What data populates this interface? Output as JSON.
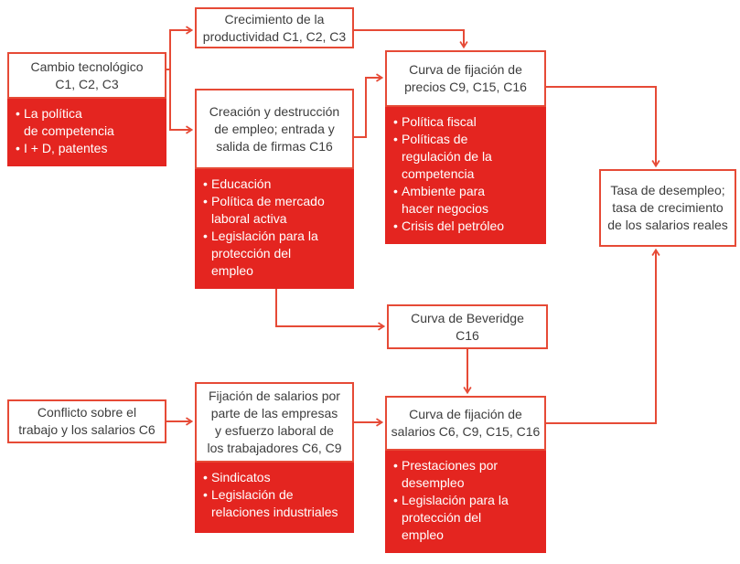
{
  "colors": {
    "red_fill": "#e42520",
    "red_line": "#e64a36",
    "title_text": "#3d3d3d"
  },
  "boxes": {
    "cambio": {
      "title": "Cambio tecnológico\nC1, C2, C3",
      "bullets": [
        "La política\nde competencia",
        "I + D, patentes"
      ]
    },
    "crecimiento": {
      "title": "Crecimiento de la\nproductividad C1, C2, C3"
    },
    "creacion": {
      "title": "Creación y destrucción\nde empleo; entrada y\nsalida de firmas C16",
      "bullets": [
        "Educación",
        "Política de mercado\nlaboral activa",
        "Legislación para la\nprotección del\nempleo"
      ]
    },
    "precios": {
      "title": "Curva de fijación de\nprecios C9, C15, C16",
      "bullets": [
        "Política fiscal",
        "Políticas de\nregulación de la\ncompetencia",
        "Ambiente para\nhacer negocios",
        "Crisis del petróleo"
      ]
    },
    "tasa": {
      "title": "Tasa de desempleo;\ntasa de crecimiento\nde los salarios reales"
    },
    "beveridge": {
      "title": "Curva de Beveridge\nC16"
    },
    "conflicto": {
      "title": "Conflicto sobre el\ntrabajo y los salarios C6"
    },
    "fijacion": {
      "title": "Fijación de salarios por\nparte de las empresas\ny esfuerzo laboral de\nlos trabajadores C6, C9",
      "bullets": [
        "Sindicatos",
        "Legislación de\nrelaciones industriales"
      ]
    },
    "salarios": {
      "title": "Curva de fijación de\nsalarios C6, C9, C15, C16",
      "bullets": [
        "Prestaciones por\ndesempleo",
        "Legislación para la\nprotección del\nempleo"
      ]
    }
  }
}
